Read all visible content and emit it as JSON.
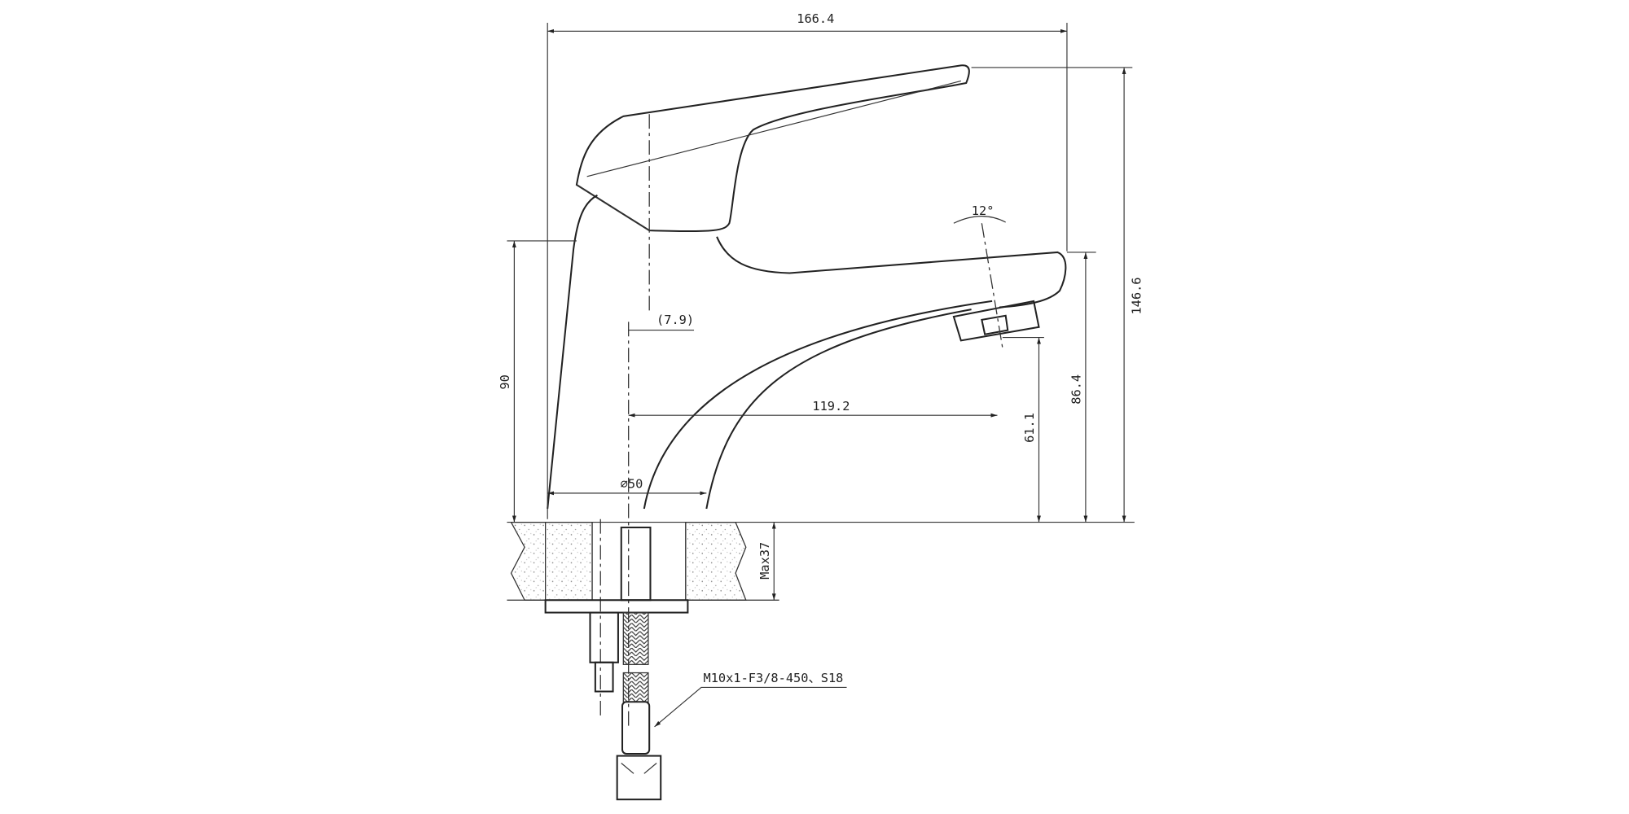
{
  "drawing": {
    "dimensions": {
      "overall_width": "166.4",
      "overall_height": "146.6",
      "spout_height": "86.4",
      "outlet_height": "61.1",
      "spout_reach": "119.2",
      "offset": "(7.9)",
      "body_height": "90",
      "base_diameter": "⌀50",
      "outlet_angle": "12°",
      "max_counter_thickness": "Max37"
    },
    "hose_callout": "M10x1-F3/8-450、S18",
    "colors": {
      "line": "#222222",
      "background": "#ffffff"
    }
  }
}
